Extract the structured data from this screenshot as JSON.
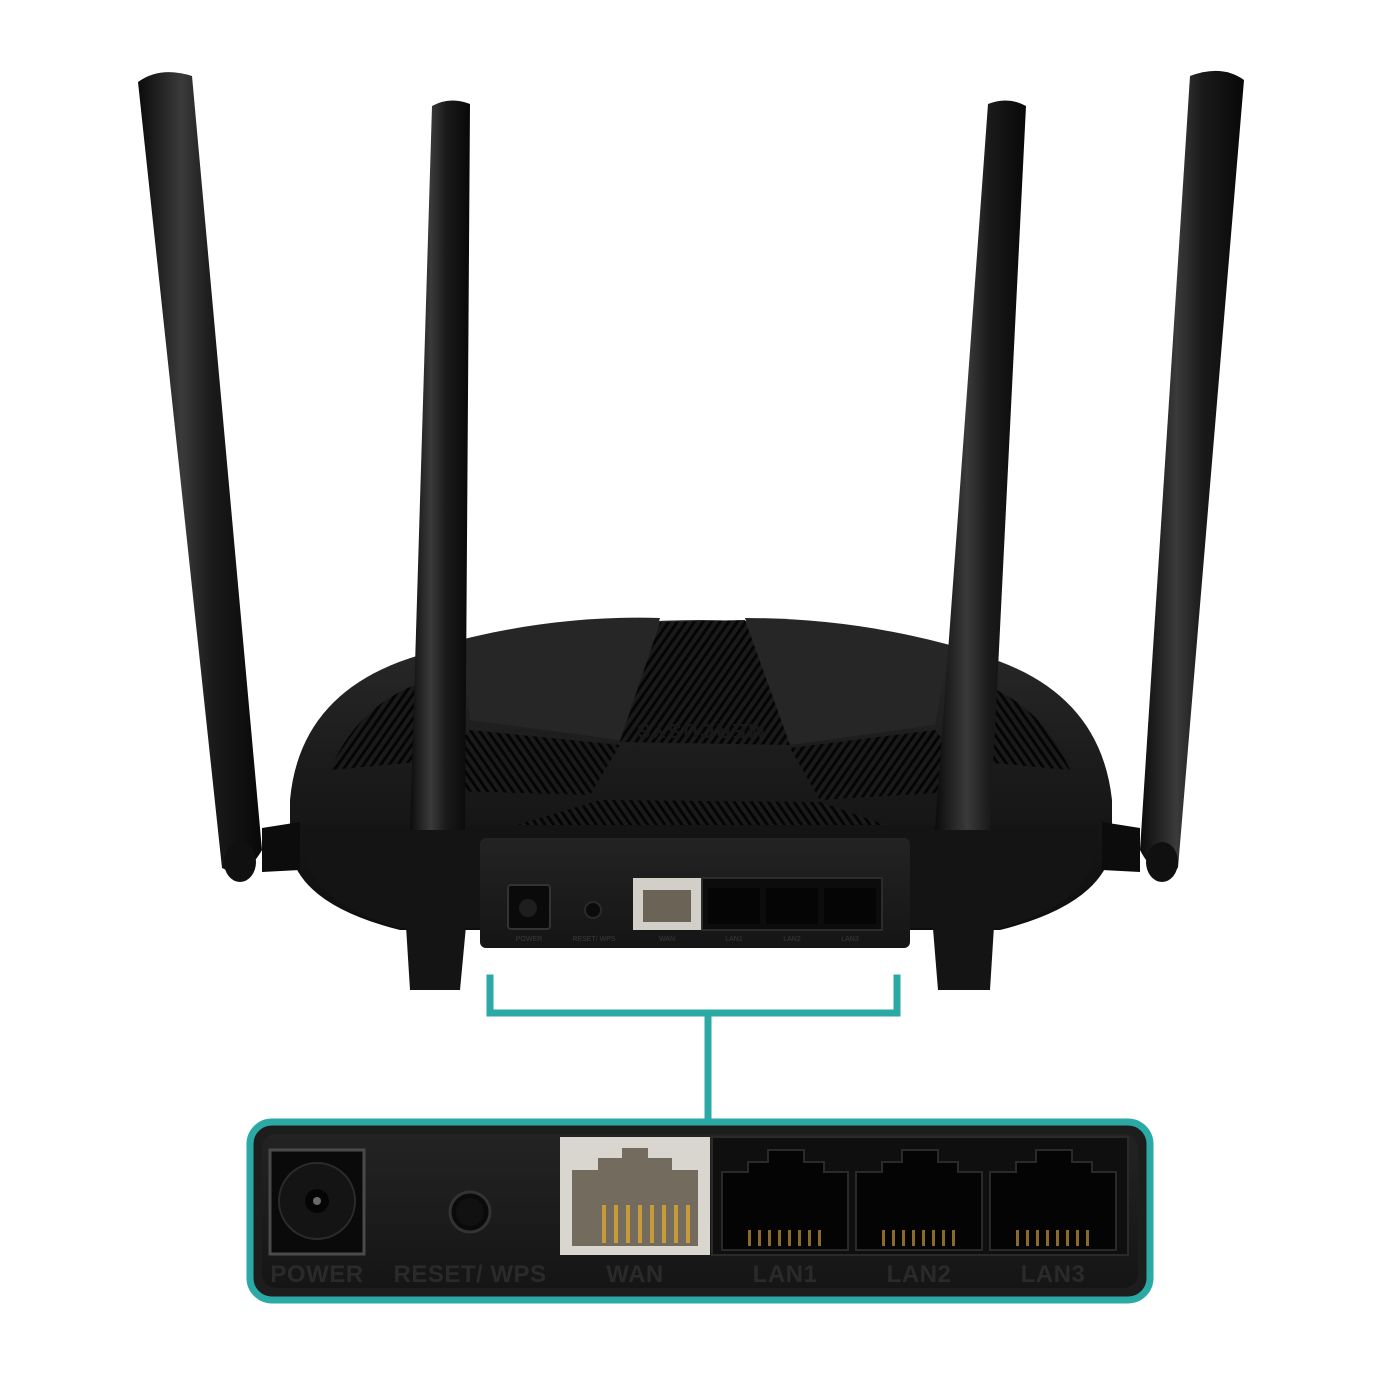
{
  "brand": {
    "logo_text": "MERCUSYS"
  },
  "ports": [
    {
      "id": "power",
      "label": "POWER"
    },
    {
      "id": "reset",
      "label": "RESET/ WPS"
    },
    {
      "id": "wan",
      "label": "WAN"
    },
    {
      "id": "lan1",
      "label": "LAN1"
    },
    {
      "id": "lan2",
      "label": "LAN2"
    },
    {
      "id": "lan3",
      "label": "LAN3"
    }
  ],
  "colors": {
    "accent": "#2ba9a4",
    "device": "#161616",
    "panel": "#1c1c1c",
    "wan_port": "#d9d6cf"
  },
  "icons": [
    "antenna-icon",
    "power-jack-icon",
    "reset-button-icon",
    "ethernet-port-icon"
  ]
}
